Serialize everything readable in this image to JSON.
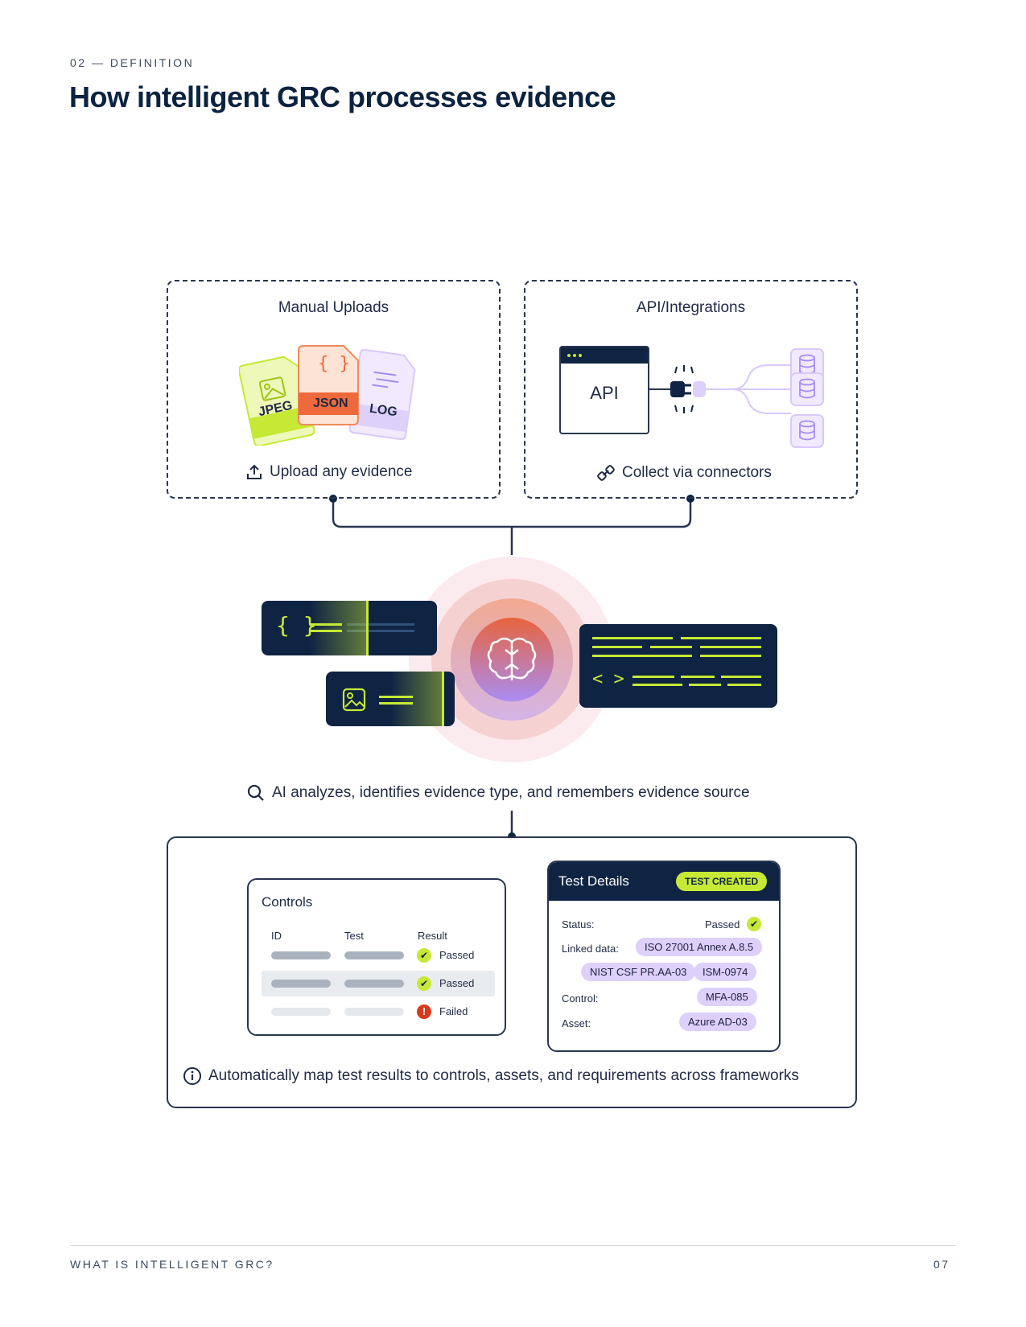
{
  "header": {
    "eyebrow": "02 — DEFINITION",
    "title": "How intelligent GRC processes evidence"
  },
  "manual_uploads": {
    "title": "Manual Uploads",
    "files": [
      "JPEG",
      "JSON",
      "LOG"
    ],
    "json_glyph": "{ }",
    "caption": "Upload any evidence"
  },
  "api_integrations": {
    "title": "API/Integrations",
    "api_label": "API",
    "caption": "Collect via connectors"
  },
  "ai_step": {
    "caption": "AI analyzes, identifies evidence type, and remembers evidence source",
    "json_glyph": "{ }",
    "code_glyph": "< >"
  },
  "controls": {
    "title": "Controls",
    "columns": [
      "ID",
      "Test",
      "Result"
    ],
    "rows": [
      {
        "result": "Passed",
        "status": "pass"
      },
      {
        "result": "Passed",
        "status": "pass"
      },
      {
        "result": "Failed",
        "status": "fail"
      }
    ]
  },
  "test_details": {
    "title": "Test Details",
    "badge": "TEST CREATED",
    "status_label": "Status:",
    "status_value": "Passed",
    "linked_label": "Linked data:",
    "linked": [
      "ISO 27001 Annex A.8.5",
      "NIST CSF PR.AA-03",
      "ISM-0974"
    ],
    "control_label": "Control:",
    "control_value": "MFA-085",
    "asset_label": "Asset:",
    "asset_value": "Azure AD-03"
  },
  "mapping_caption": "Automatically map test results to controls, assets, and requirements across frameworks",
  "footer": {
    "left": "WHAT IS INTELLIGENT GRC?",
    "page": "07"
  },
  "colors": {
    "navy": "#0f2342",
    "lime": "#c6e935",
    "lavender": "#ddd0fb",
    "orange": "#ee8a5c",
    "fail_red": "#d93b1f"
  }
}
